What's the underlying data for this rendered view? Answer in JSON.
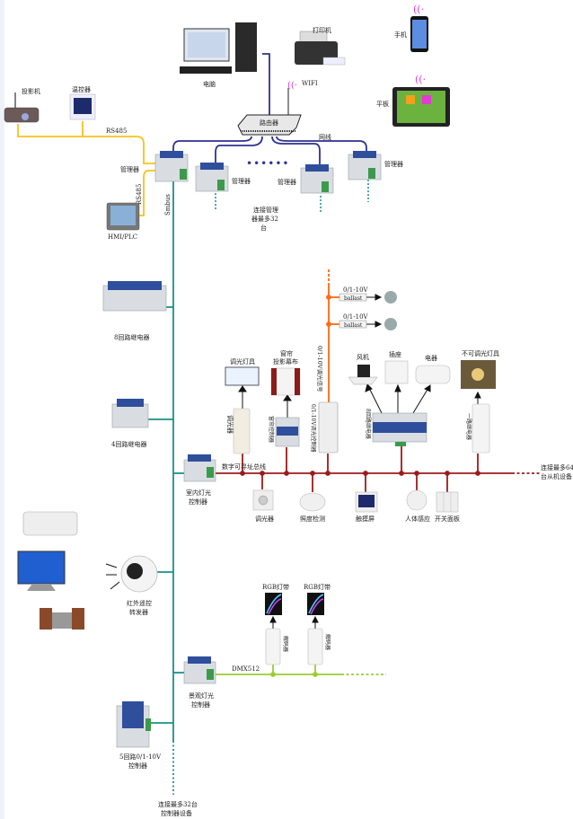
{
  "top": {
    "computer": "电脑",
    "printer": "打印机",
    "phone": "手机",
    "tablet": "平板",
    "router": "路由器",
    "wifi": "WIFI",
    "projector": "投影机",
    "thermostat": "温控器",
    "rs485_h": "RS485",
    "rs485_v": "RS485",
    "hmi": "HMI/PLC",
    "lan": "网线",
    "manager_main": "管理器",
    "manager_2": "管理器",
    "manager_3": "管理器",
    "manager_4": "管理器",
    "max_managers": [
      "连接管理",
      "器最多32",
      "台"
    ],
    "smbus": "Smbus"
  },
  "left_devices": {
    "relay8": "8回路继电器",
    "relay4": "4回路继电器",
    "indoor_ctrl": [
      "室内灯光",
      "控制器"
    ],
    "ir": [
      "红外遥控",
      "转发器"
    ],
    "landscape": [
      "景观灯光",
      "控制器"
    ],
    "ctrl5": [
      "5回路0/1-10V",
      "控制器"
    ],
    "bus_limit": [
      "连接最多32台",
      "控制器设备"
    ]
  },
  "lighting_bus": {
    "bus_label": "数字可寻址总线",
    "bus_limit": [
      "连接最多64",
      "台从机设备"
    ],
    "dim_light": "调光灯具",
    "dimmer_module": "调光器",
    "curtain": [
      "窗帘",
      "投影幕布"
    ],
    "curtain_ctrl": "窗帘控制器",
    "signal": "0/1-10V调光信号",
    "dim_ctrl": "0/1-10V调光控制器",
    "ballast_signal_1": "0/1-10V",
    "ballast_signal_2": "0/1-10V",
    "ballast_1": "ballast",
    "ballast_2": "ballast",
    "fan": "风机",
    "socket": "插座",
    "appliance": "电器",
    "relay8": "8回路继电器",
    "non_dim_light": "不可调光灯具",
    "relay_single": "一路继电器",
    "dimmer_knob": "调光器",
    "lux_sensor": "照度检测",
    "touch_screen": "触摸屏",
    "pir": "人体感应",
    "switch_panel": "开关面板"
  },
  "dmx": {
    "label": "DMX512",
    "rgb_1": "RGB灯带",
    "rgb_2": "RGB灯带",
    "decoder_1": "解码器",
    "decoder_2": "解码器"
  },
  "colors": {
    "lan": "#2e3192",
    "rs485": "#f7c21c",
    "smbus": "#1a8f8c",
    "address_bus": "#9b1b1b",
    "signal": "#ff6a13",
    "dmx": "#9acd32"
  }
}
